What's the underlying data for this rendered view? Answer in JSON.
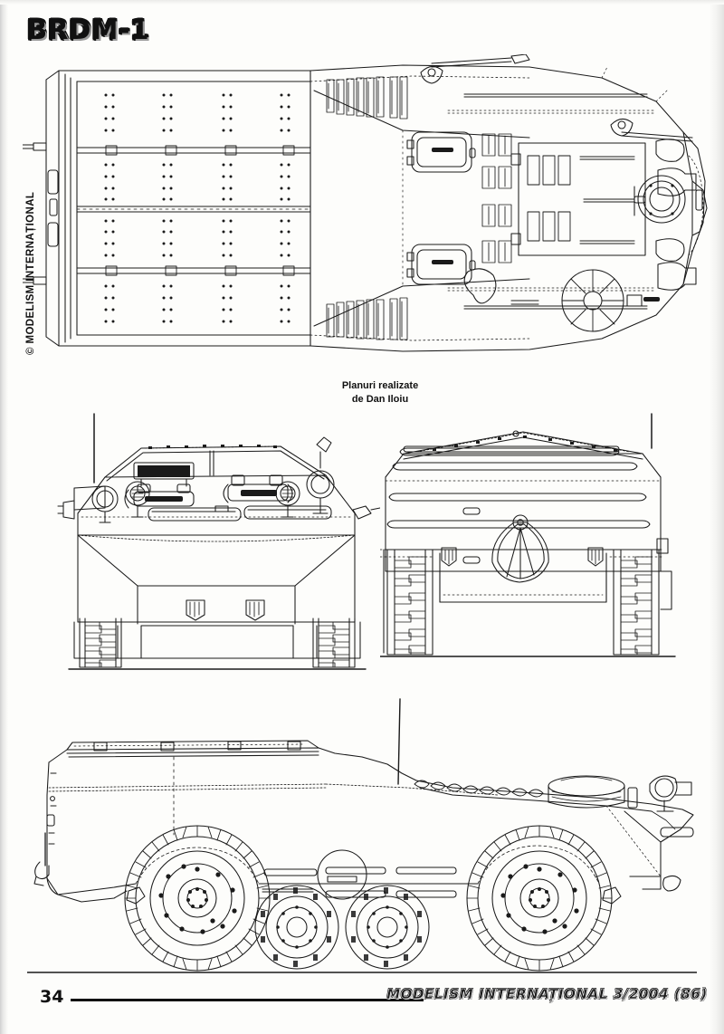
{
  "page": {
    "title": "BRDM-1",
    "page_number": "34",
    "magazine_line": "MODELISM INTERNAȚIONAL 3/2004 (86)",
    "copyright_vertical": "© MODELISM INTERNAȚIONAL",
    "background_color": "#fdfdfb",
    "ink_color": "#111111"
  },
  "credit": {
    "line1": "Planuri realizate",
    "line2": "de Dan Iloiu"
  },
  "drawings": [
    {
      "id": "top-view",
      "name": "BRDM-1 plan view from above",
      "orientation": "top",
      "features": [
        "rear troop deck with four bands of paired rivet rows",
        "longitudinal hull seams and hinge strips",
        "engine deck louvre grilles, port and starboard",
        "large rectangular engine access hatch with latches",
        "circular ventilator and spoked belly-wheel detail",
        "two oval crew hatches with grab handles",
        "conical headlamps and horn on front glacis",
        "pointed boat-shaped bow with trim vane edging",
        "rear lifting eyes and towing fittings"
      ]
    },
    {
      "id": "front-view",
      "name": "BRDM-1 front elevation",
      "orientation": "front",
      "features": [
        "sloped armoured glacis plate",
        "two driver vision blocks with armoured visors",
        "four headlamps with guards",
        "antenna mast at left",
        "two tow shackles on lower hull",
        "chevron-tread road wheels both sides"
      ]
    },
    {
      "id": "rear-view",
      "name": "BRDM-1 rear elevation",
      "orientation": "rear",
      "features": [
        "peaked rear roof line with rivet strip",
        "horizontal stiffening ribs across rear plate",
        "central hinged water-jet / propeller cover",
        "small rectangular light fittings",
        "rear tow hooks and lower hull plate",
        "chevron-tread road wheels both sides"
      ]
    },
    {
      "id": "side-view",
      "name": "BRDM-1 left side profile",
      "orientation": "side",
      "features": [
        "boat-shaped prow with trim vane",
        "long sloping engine deck with stowage",
        "roof hatch line and hull side seam",
        "tall whip antenna mast",
        "two large road wheels with detailed hubs and bolt circles",
        "two retractable belly wheels between axles",
        "firing port and vision slit on hull side",
        "coiled tow cable and headlamp cluster forward",
        "ground line beneath vehicle"
      ]
    }
  ]
}
